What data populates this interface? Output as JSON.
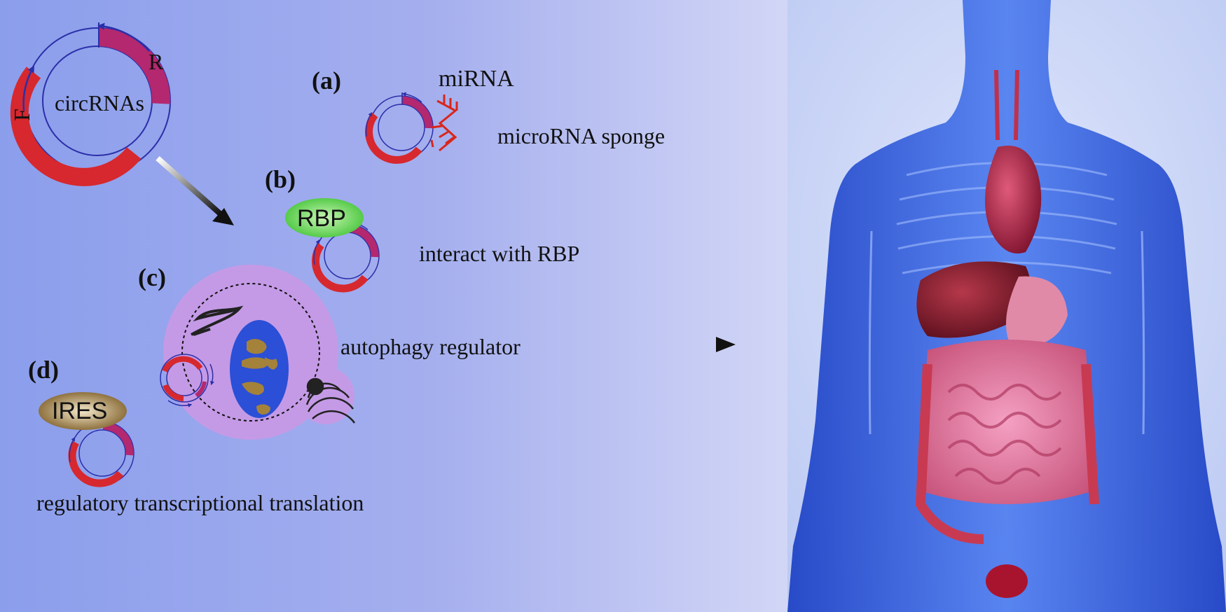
{
  "labels": {
    "circrnas": "circRNAs",
    "forward": "F",
    "reverse": "R",
    "mirna": "miRNA",
    "rbp": "RBP",
    "ires": "IRES"
  },
  "mechanisms": [
    {
      "letter": "(a)",
      "description": "microRNA sponge"
    },
    {
      "letter": "(b)",
      "description": "interact with RBP"
    },
    {
      "letter": "(c)",
      "description": "autophagy regulator"
    },
    {
      "letter": "(d)",
      "description": "regulatory transcriptional translation"
    }
  ],
  "colors": {
    "exon_red": "#d6282e",
    "exon_magenta": "#b3286e",
    "ring_blue": "#2b2fa8",
    "rbp_green": "#57d64a",
    "ires_gold": "#8a6a2e",
    "cell_violet": "#c49ae6",
    "body_blue": "#2a52d6"
  }
}
